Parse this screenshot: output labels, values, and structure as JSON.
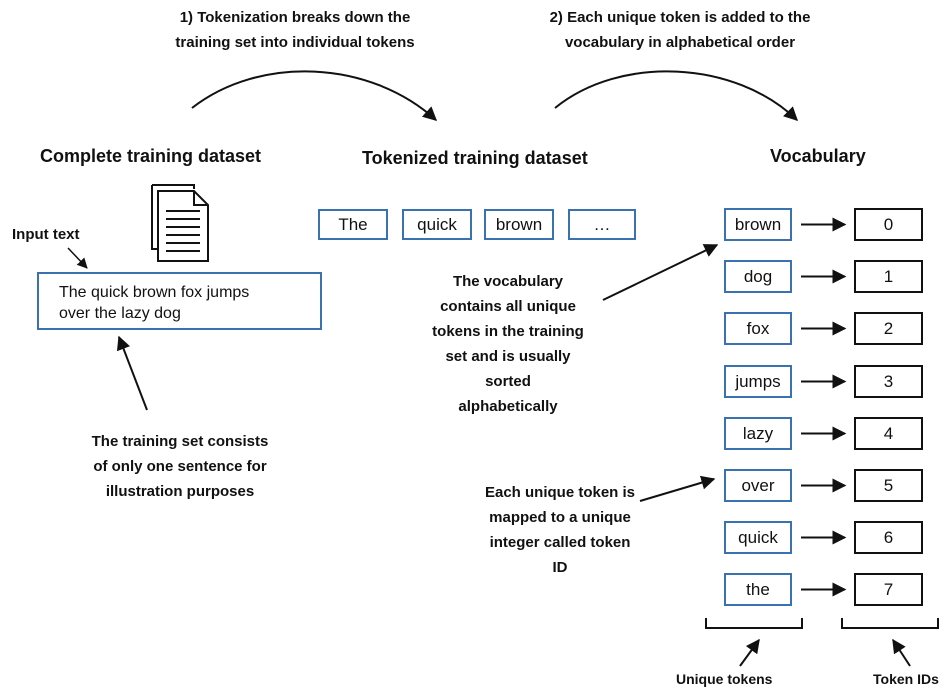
{
  "step_notes": {
    "step1": [
      "1) Tokenization breaks down the",
      "training set into individual tokens"
    ],
    "step2": [
      "2) Each unique token is added to the",
      "vocabulary in alphabetical order"
    ]
  },
  "headings": {
    "complete": "Complete training dataset",
    "tokenized": "Tokenized training dataset",
    "vocabulary": "Vocabulary"
  },
  "input_label": "Input text",
  "input_text": [
    "The quick brown fox jumps",
    "over the lazy dog"
  ],
  "tokens": [
    "The",
    "quick",
    "brown",
    "…"
  ],
  "vocab": [
    {
      "token": "brown",
      "id": "0"
    },
    {
      "token": "dog",
      "id": "1"
    },
    {
      "token": "fox",
      "id": "2"
    },
    {
      "token": "jumps",
      "id": "3"
    },
    {
      "token": "lazy",
      "id": "4"
    },
    {
      "token": "over",
      "id": "5"
    },
    {
      "token": "quick",
      "id": "6"
    },
    {
      "token": "the",
      "id": "7"
    }
  ],
  "annotations": {
    "vocab_note": [
      "The vocabulary",
      "contains all unique",
      "tokens in the training",
      "set and is usually",
      "sorted",
      "alphabetically"
    ],
    "training_note": [
      "The training set consists",
      "of only one sentence for",
      "illustration purposes"
    ],
    "mapping_note": [
      "Each unique token is",
      "mapped to a unique",
      "integer called token",
      "ID"
    ],
    "unique_tokens": "Unique tokens",
    "token_ids": "Token IDs"
  },
  "colors": {
    "token_border": "#3a72b0",
    "id_border": "#111111"
  }
}
